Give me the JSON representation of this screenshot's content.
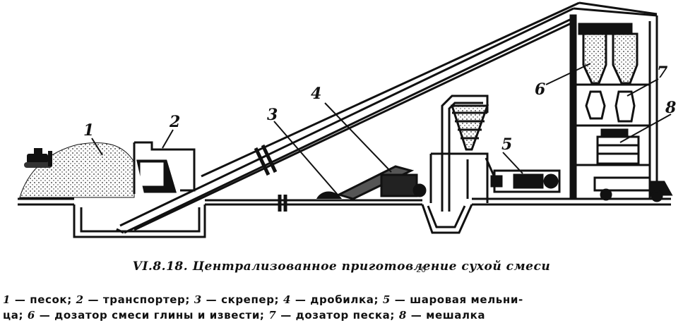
{
  "figure": {
    "caption": "VI.8.18. Централизованное приготовление сухой смеси",
    "page_number": "20",
    "callouts": [
      "1",
      "2",
      "3",
      "4",
      "5",
      "6",
      "7",
      "8"
    ],
    "legend": {
      "line1": [
        {
          "num": "1",
          "text": " — песок; "
        },
        {
          "num": "2",
          "text": " — транспортер; "
        },
        {
          "num": "3",
          "text": " — скрепер; "
        },
        {
          "num": "4",
          "text": " — дробилка; "
        },
        {
          "num": "5",
          "text": " — шаровая мельни-"
        }
      ],
      "line2": [
        {
          "num": "",
          "text": "ца; "
        },
        {
          "num": "6",
          "text": " — дозатор смеси глины и извести; "
        },
        {
          "num": "7",
          "text": " — дозатор песка; "
        },
        {
          "num": "8",
          "text": " — мешалка"
        }
      ]
    }
  }
}
